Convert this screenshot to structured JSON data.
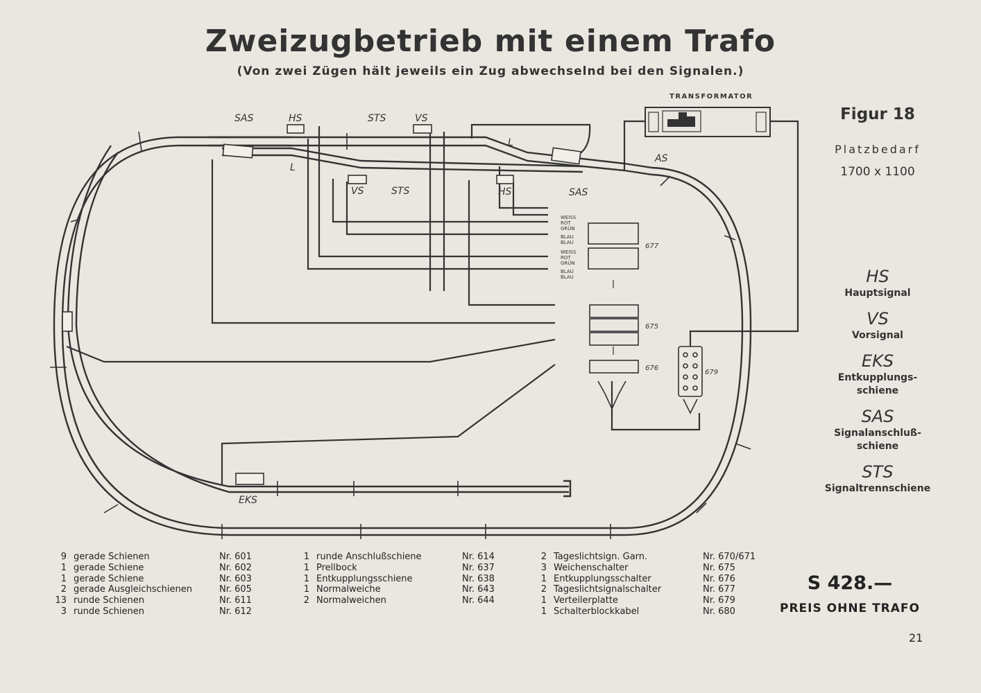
{
  "header": {
    "title": "Zweizugbetrieb mit einem Trafo",
    "subtitle": "(Von zwei Zügen hält jeweils ein Zug abwechselnd bei den Signalen.)"
  },
  "diagram": {
    "transformer_label": "TRANSFORMATOR",
    "track_labels": {
      "sas_top": "SAS",
      "hs_top": "HS",
      "sts_top": "STS",
      "vs_top": "VS",
      "vs_mid": "VS",
      "sts_mid": "STS",
      "hs_mid": "HS",
      "sas_mid": "SAS",
      "as": "AS",
      "eks": "EKS",
      "l1": "L",
      "l2": "L"
    },
    "wire_colors": {
      "a1": "WEISS",
      "a2": "ROT",
      "a3": "GRÜN",
      "a4": "BLAU",
      "a5": "BLAU",
      "b1": "WEISS",
      "b2": "ROT",
      "b3": "GRÜN",
      "b4": "BLAU",
      "b5": "BLAU"
    },
    "device_numbers": {
      "n677": "677",
      "n675": "675",
      "n676": "676",
      "n679": "679"
    }
  },
  "sidebar": {
    "figure": "Figur 18",
    "space_label": "Platzbedarf",
    "space_value": "1700 x 1100",
    "legend": [
      {
        "abbr": "HS",
        "desc": "Hauptsignal"
      },
      {
        "abbr": "VS",
        "desc": "Vorsignal"
      },
      {
        "abbr": "EKS",
        "desc": "Entkupplungs-\nschiene"
      },
      {
        "abbr": "SAS",
        "desc": "Signalanschluß-\nschiene"
      },
      {
        "abbr": "STS",
        "desc": "Signaltrennschiene"
      }
    ]
  },
  "parts": {
    "col1": [
      {
        "qty": "9",
        "name": "gerade Schienen",
        "nr": "Nr. 601"
      },
      {
        "qty": "1",
        "name": "gerade Schiene",
        "nr": "Nr. 602"
      },
      {
        "qty": "1",
        "name": "gerade Schiene",
        "nr": "Nr. 603"
      },
      {
        "qty": "2",
        "name": "gerade Ausgleichschienen",
        "nr": "Nr. 605"
      },
      {
        "qty": "13",
        "name": "runde Schienen",
        "nr": "Nr. 611"
      },
      {
        "qty": "3",
        "name": "runde Schienen",
        "nr": "Nr. 612"
      }
    ],
    "col2": [
      {
        "qty": "1",
        "name": "runde Anschlußschiene",
        "nr": "Nr. 614"
      },
      {
        "qty": "1",
        "name": "Prellbock",
        "nr": "Nr. 637"
      },
      {
        "qty": "1",
        "name": "Entkupplungsschiene",
        "nr": "Nr. 638"
      },
      {
        "qty": "1",
        "name": "Normalweiche",
        "nr": "Nr. 643"
      },
      {
        "qty": "2",
        "name": "Normalweichen",
        "nr": "Nr. 644"
      }
    ],
    "col3": [
      {
        "qty": "2",
        "name": "Tageslichtsign. Garn.",
        "nr": "Nr. 670/671"
      },
      {
        "qty": "3",
        "name": "Weichenschalter",
        "nr": "Nr. 675"
      },
      {
        "qty": "1",
        "name": "Entkupplungsschalter",
        "nr": "Nr. 676"
      },
      {
        "qty": "2",
        "name": "Tageslichtsignalschalter",
        "nr": "Nr. 677"
      },
      {
        "qty": "1",
        "name": "Verteilerplatte",
        "nr": "Nr. 679"
      },
      {
        "qty": "1",
        "name": "Schalterblockkabel",
        "nr": "Nr. 680"
      }
    ]
  },
  "price": {
    "amount": "S 428.—",
    "note": "PREIS OHNE TRAFO"
  },
  "page_number": "21"
}
